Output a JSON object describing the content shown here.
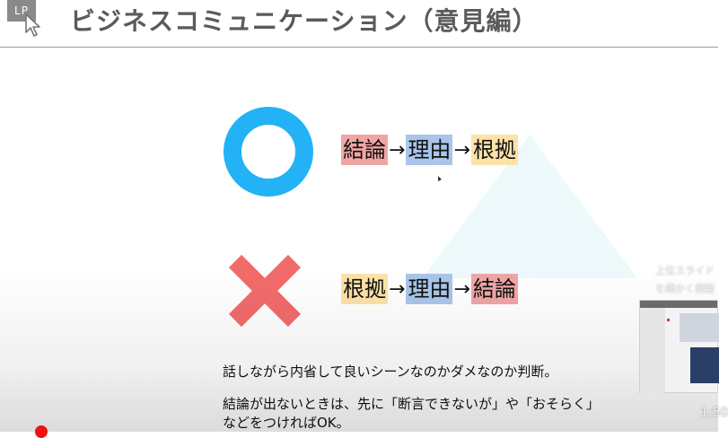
{
  "header": {
    "logo_text": "LP",
    "title": "ビジネスコミュニケーション（意見編）"
  },
  "good_example": {
    "icon": "circle-icon",
    "steps": [
      "結論",
      "理由",
      "根拠"
    ],
    "arrow": "→"
  },
  "bad_example": {
    "icon": "cross-icon",
    "steps": [
      "根拠",
      "理由",
      "結論"
    ],
    "arrow": "→"
  },
  "notes": {
    "line1": "話しながら内省して良いシーンなのかダメなのか判断。",
    "line2": "結論が出ないときは、先に「断言できないが」や「おそらく」などをつければOK。"
  },
  "video_overlay": {
    "card_line1": "上位スライド",
    "card_line2": "を細かく調整",
    "timestamp": "1:50"
  },
  "colors": {
    "circle": "#22b2f5",
    "cross": "#f26b6b",
    "tag_red": "#f0a5a5",
    "tag_blue": "#a9c6ea",
    "tag_yellow": "#fde2a8",
    "title_gray": "#5a5a5a"
  }
}
